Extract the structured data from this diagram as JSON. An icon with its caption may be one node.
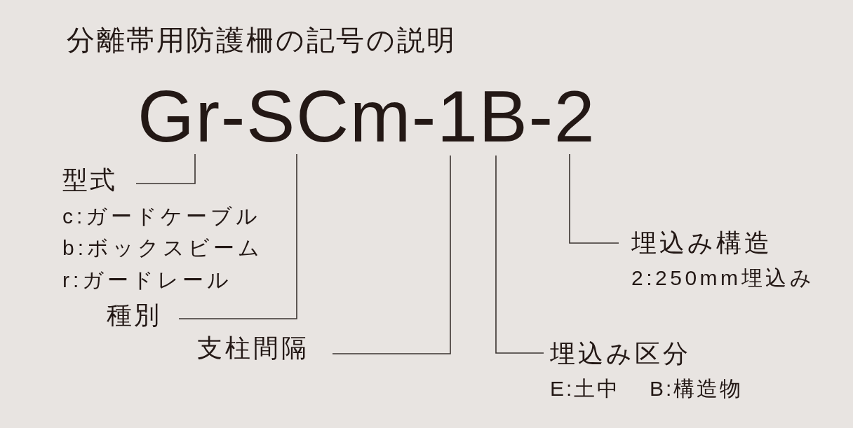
{
  "diagram": {
    "title": "分離帯用防護柵の記号の説明",
    "nodes": [
      {
        "text": [
          "Gr-SCm-1B-2"
        ]
      },
      {
        "text": [
          "型式",
          "c:ガードケーブル",
          "b:ボックスビーム",
          "r:ガードレール"
        ]
      },
      {
        "text": [
          "種別"
        ]
      },
      {
        "text": [
          "支柱間隔"
        ]
      },
      {
        "text": [
          "埋込み区分",
          "E:土中",
          "B:構造物"
        ]
      },
      {
        "text": [
          "埋込み構造",
          "2:250mm埋込み"
        ]
      }
    ],
    "edges": [
      {
        "from": 1,
        "to": 0,
        "arrow": "none"
      },
      {
        "from": 2,
        "to": 0,
        "arrow": "none"
      },
      {
        "from": 3,
        "to": 0,
        "arrow": "none"
      },
      {
        "from": 4,
        "to": 0,
        "arrow": "none"
      },
      {
        "from": 5,
        "to": 0,
        "arrow": "none"
      }
    ]
  }
}
